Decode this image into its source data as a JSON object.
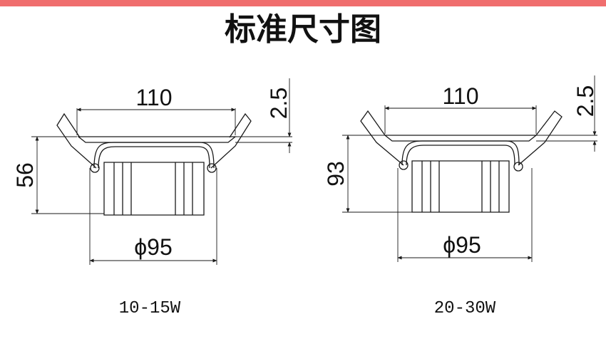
{
  "colors": {
    "top_bar": "#f06e6e",
    "line": "#1a1a1a"
  },
  "title": "标准尺寸图",
  "drawings": [
    {
      "width_label": "110",
      "flange_label": "2.5",
      "height_label": "56",
      "diameter_label": "ϕ95",
      "caption": "10-15W"
    },
    {
      "width_label": "110",
      "flange_label": "2.5",
      "height_label": "93",
      "diameter_label": "ϕ95",
      "caption": "20-30W"
    }
  ]
}
